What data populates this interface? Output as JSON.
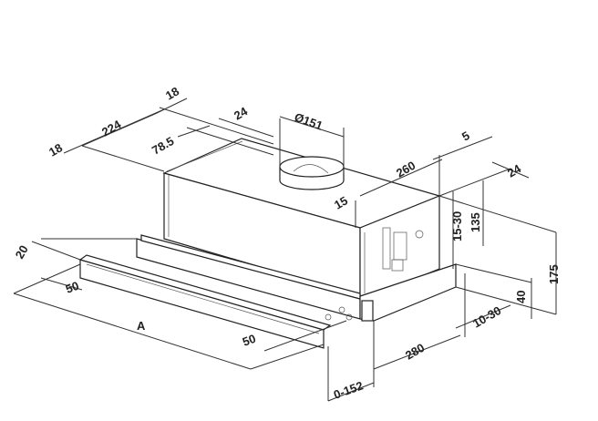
{
  "title": "Telescopic cooker hood dimension drawing",
  "dimensions": {
    "top_18_right": "18",
    "top_224": "224",
    "top_18_left": "18",
    "top_24": "24",
    "duct_diameter": "Ø151",
    "top_78_5": "78.5",
    "right_5": "5",
    "depth_260": "260",
    "right_24": "24",
    "side_15": "15",
    "gap_15_30": "15-30",
    "height_135": "135",
    "height_175": "175",
    "front_20": "20",
    "front_50_left": "50",
    "width_A": "A",
    "front_50_right": "50",
    "height_40": "40",
    "offset_10_30": "10-30",
    "depth_280": "280",
    "extension_0_152": "0-152"
  }
}
